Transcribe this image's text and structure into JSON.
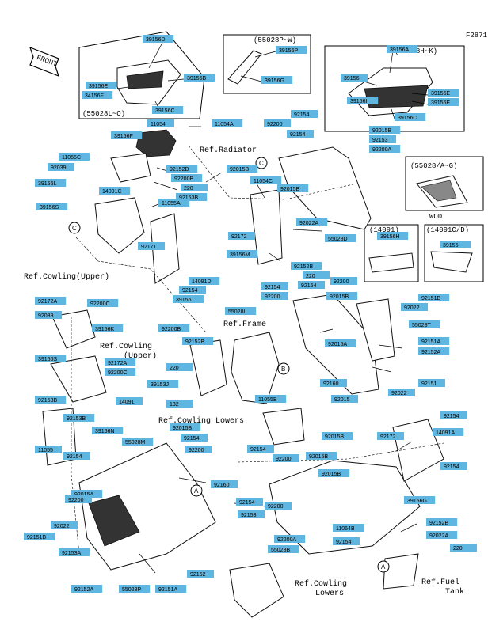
{
  "figure_id": "F2871",
  "front_label": "FRONT",
  "inset_notes": {
    "l_o": "(55028L~O)",
    "p_w": "(55028P~W)",
    "h_k": "(55028H~K)",
    "a_g": "(55028/A~G)",
    "wod": "WOD",
    "c_14091": "(14091)",
    "c_14091_cd": "(14091C/D)"
  },
  "refs": {
    "radiator": "Ref.Radiator",
    "cowling_upper_1": "Ref.Cowling(Upper)",
    "cowling_upper_2": "Ref.Cowling",
    "cowling_upper_2b": "(Upper)",
    "frame": "Ref.Frame",
    "cowling_lowers_1": "Ref.Cowling Lowers",
    "cowling_lowers_2": "Ref.Cowling",
    "cowling_lowers_2b": "Lowers",
    "fuel_tank": "Ref.Fuel",
    "fuel_tank_b": "Tank"
  },
  "callouts": {
    "a": "A",
    "b": "B",
    "c": "C"
  },
  "labels": [
    "39156D",
    "39156B",
    "39156E",
    "34156F",
    "39156C",
    "39156P",
    "39156G",
    "39156A",
    "39156",
    "39156I",
    "39156E",
    "39156E",
    "39156O",
    "11054",
    "11054A",
    "39156F",
    "11055C",
    "92039",
    "39156L",
    "14091C",
    "39156S",
    "92152D",
    "92200B",
    "220",
    "92153B",
    "11055A",
    "92015B",
    "92154",
    "92200",
    "92154",
    "92015B",
    "92153",
    "92200A",
    "11054C",
    "92015B",
    "92022A",
    "92172",
    "39156M",
    "55028D",
    "92152B",
    "220",
    "92154",
    "92171",
    "39156T",
    "92154",
    "14091D",
    "39156H",
    "39156I",
    "92154",
    "92200",
    "92015B",
    "92200",
    "55028L",
    "92151B",
    "92022",
    "55028T",
    "92015A",
    "92151A",
    "92152A",
    "92151",
    "92022",
    "92160",
    "92015",
    "92172A",
    "92200C",
    "92039",
    "39156K",
    "39156S",
    "92172A",
    "92200C",
    "92153B",
    "14091",
    "92200B",
    "92152B",
    "220",
    "39153J",
    "132",
    "11055B",
    "92153B",
    "39156N",
    "11055",
    "92154",
    "92015B",
    "92154",
    "92200",
    "55028M",
    "92015A",
    "92200",
    "92022",
    "92151B",
    "92153A",
    "92152A",
    "55028P",
    "92151A",
    "92152",
    "92160",
    "92154",
    "92200",
    "92015B",
    "92154",
    "92200",
    "92153",
    "92200A",
    "55028B",
    "92015B",
    "92172",
    "92015B",
    "39156G",
    "11054B",
    "92154",
    "92152B",
    "92022A",
    "220",
    "92154",
    "14091A",
    "92154"
  ]
}
